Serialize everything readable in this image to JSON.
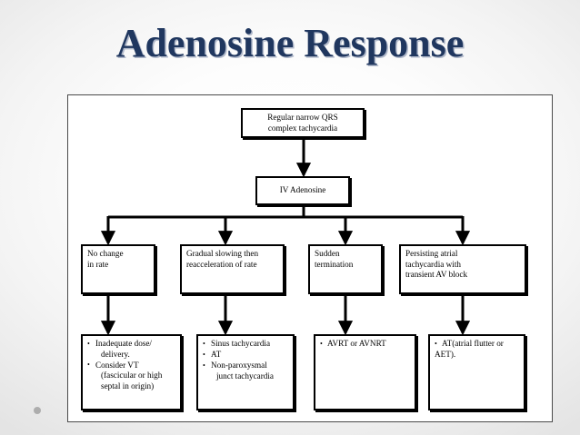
{
  "slide": {
    "title": "Adenosine Response",
    "title_color": "#20375f",
    "background_color": "#ffffff",
    "frame_border_color": "#4a4a4a",
    "bullet_marker": "•"
  },
  "flowchart": {
    "box_border_color": "#000000",
    "box_fill_color": "#ffffff",
    "arrow_color": "#000000",
    "root": {
      "line1": "Regular narrow QRS",
      "line2": "complex tachycardia"
    },
    "intervention": {
      "label": "IV Adenosine"
    },
    "responses": [
      {
        "id": "no-change",
        "line1": "No change",
        "line2": "in rate",
        "line3": ""
      },
      {
        "id": "gradual-slowing",
        "line1": "Gradual slowing then",
        "line2": "reacceleration of rate",
        "line3": ""
      },
      {
        "id": "sudden-termination",
        "line1": "Sudden",
        "line2": "termination",
        "line3": ""
      },
      {
        "id": "persisting-atrial",
        "line1": "Persisting atrial",
        "line2": "tachycardia with",
        "line3": "transient AV block"
      }
    ],
    "outcomes": [
      {
        "id": "outcome-no-change",
        "items": [
          {
            "text": "Inadequate dose/",
            "wrap": "delivery."
          },
          {
            "text": "Consider VT",
            "wrap": "(fascicular or high",
            "wrap2": "septal in origin)"
          }
        ]
      },
      {
        "id": "outcome-gradual-slowing",
        "items": [
          {
            "text": "Sinus tachycardia",
            "wrap": ""
          },
          {
            "text": "AT",
            "wrap": ""
          },
          {
            "text": "Non-paroxysmal",
            "wrap": "junct tachycardia"
          }
        ]
      },
      {
        "id": "outcome-sudden-termination",
        "items": [
          {
            "text": "AVRT or AVNRT",
            "wrap": ""
          }
        ]
      },
      {
        "id": "outcome-persisting-atrial",
        "items": [
          {
            "text": "AT(atrial flutter or",
            "wrap": "AET)."
          }
        ]
      }
    ]
  }
}
